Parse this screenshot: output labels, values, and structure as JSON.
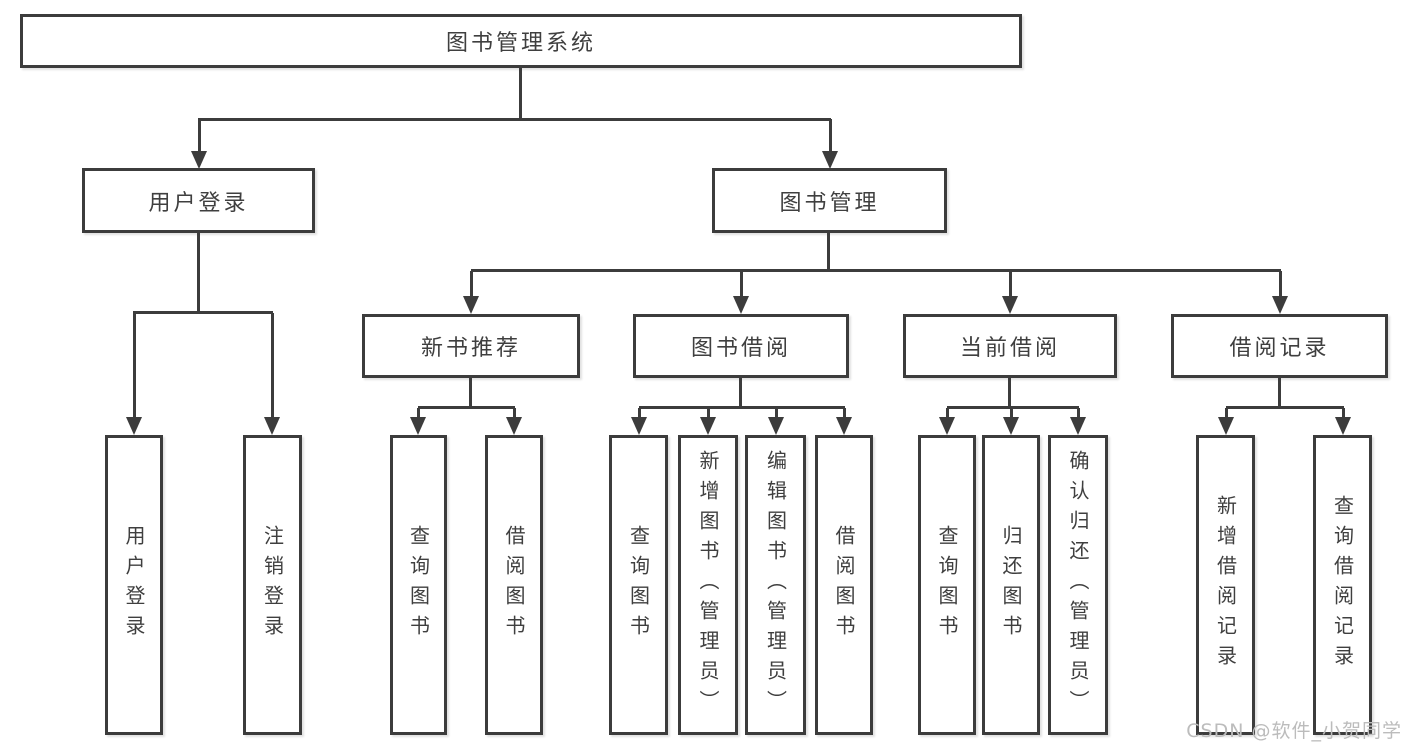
{
  "root": {
    "label": "图书管理系统"
  },
  "level2": [
    {
      "label": "用户登录"
    },
    {
      "label": "图书管理"
    }
  ],
  "level3": [
    {
      "label": "新书推荐",
      "parent": "图书管理"
    },
    {
      "label": "图书借阅",
      "parent": "图书管理"
    },
    {
      "label": "当前借阅",
      "parent": "图书管理"
    },
    {
      "label": "借阅记录",
      "parent": "图书管理"
    }
  ],
  "leaves": [
    {
      "label": "用户登录",
      "parent": "用户登录"
    },
    {
      "label": "注销登录",
      "parent": "用户登录"
    },
    {
      "label": "查询图书",
      "parent": "新书推荐"
    },
    {
      "label": "借阅图书",
      "parent": "新书推荐"
    },
    {
      "label": "查询图书",
      "parent": "图书借阅"
    },
    {
      "label": "新增图书（管理员）",
      "parent": "图书借阅"
    },
    {
      "label": "编辑图书（管理员）",
      "parent": "图书借阅"
    },
    {
      "label": "借阅图书",
      "parent": "图书借阅"
    },
    {
      "label": "查询图书",
      "parent": "当前借阅"
    },
    {
      "label": "归还图书",
      "parent": "当前借阅"
    },
    {
      "label": "确认归还（管理员）",
      "parent": "当前借阅"
    },
    {
      "label": "新增借阅记录",
      "parent": "借阅记录"
    },
    {
      "label": "查询借阅记录",
      "parent": "借阅记录"
    }
  ],
  "watermark": "CSDN @软件_小贺同学",
  "colors": {
    "line": "#3c3c3c",
    "text": "#3f3f3f",
    "watermark": "#bcbcbc",
    "background": "#ffffff"
  }
}
